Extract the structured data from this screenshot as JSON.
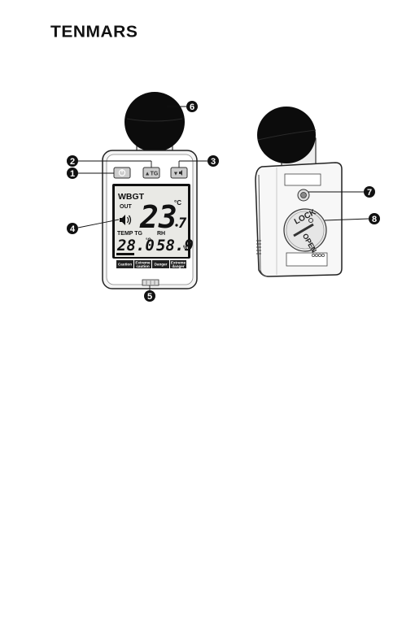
{
  "brand": "TENMARS",
  "callouts": [
    "1",
    "2",
    "3",
    "4",
    "5",
    "6",
    "7",
    "8"
  ],
  "front": {
    "buttons": {
      "power_icon": "power-icon",
      "tg_label": "▲TG",
      "down_label": "▼"
    },
    "lcd": {
      "wbgt_label": "WBGT",
      "out_label": "OUT",
      "main_value": "23",
      "main_decimal": "7",
      "main_unit": "°C",
      "temp_label": "TEMP TG",
      "temp_value": "28.0",
      "temp_unit": "°C",
      "rh_label": "RH",
      "rh_value": "58.9",
      "rh_unit": "%"
    },
    "risk_levels": [
      "Caution",
      "Extreme caution",
      "Danger",
      "Extreme danger"
    ]
  },
  "back": {
    "lock_label": "LOCK",
    "open_label": "OPEN"
  }
}
